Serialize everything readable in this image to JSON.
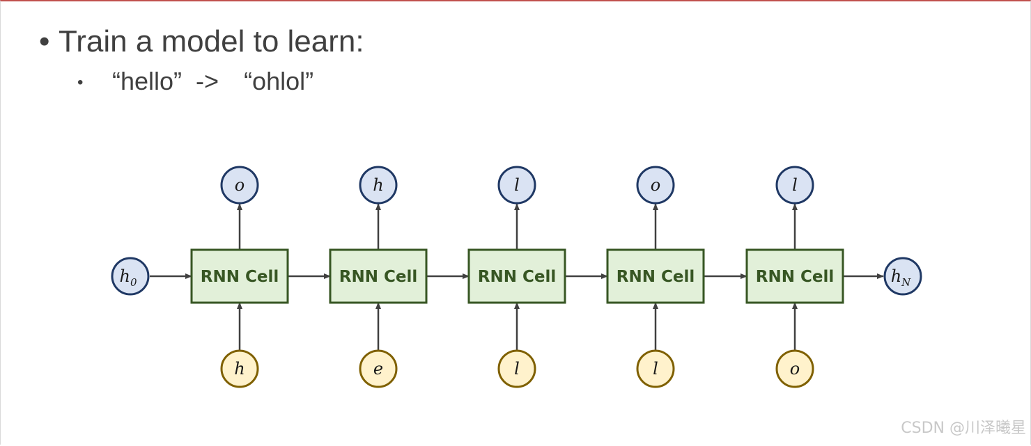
{
  "slide": {
    "bullet_main_marker": "•",
    "bullet_main": "Train a model to learn:",
    "bullet_sub_marker": "•",
    "bullet_sub_input": "“hello”",
    "bullet_sub_arrow": "->",
    "bullet_sub_output": "“ohlol”"
  },
  "diagram": {
    "cell_label": "RNN Cell",
    "initial_hidden": {
      "base": "h",
      "sub": "0"
    },
    "final_hidden": {
      "base": "h",
      "sub": "N"
    },
    "inputs": [
      "h",
      "e",
      "l",
      "l",
      "o"
    ],
    "outputs": [
      "o",
      "h",
      "l",
      "o",
      "l"
    ],
    "colors": {
      "cell_fill": "#e2f0d9",
      "cell_stroke": "#375623",
      "hidden_fill": "#dae3f3",
      "hidden_stroke": "#1f3864",
      "input_fill": "#fff2cc",
      "input_stroke": "#7f6000",
      "arrow": "#404040"
    }
  },
  "watermark": "CSDN @川泽曦星"
}
